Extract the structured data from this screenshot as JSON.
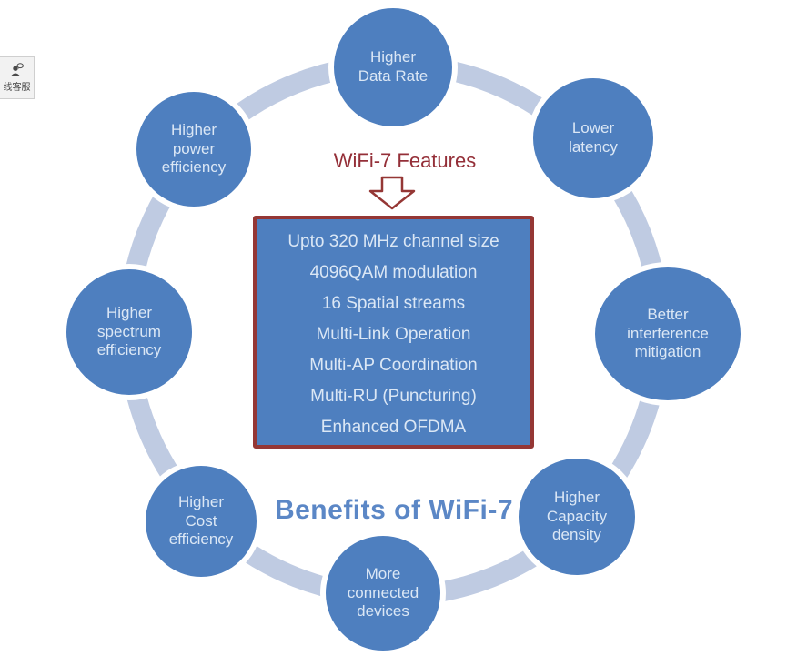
{
  "chat_widget": {
    "label": "线客服",
    "icon": "person-chat-icon"
  },
  "diagram": {
    "title": "WiFi-7 Features",
    "benefits_title": "Benefits of WiFi-7",
    "features_box": {
      "items": [
        "Upto 320 MHz channel size",
        "4096QAM modulation",
        "16 Spatial streams",
        "Multi-Link Operation",
        "Multi-AP Coordination",
        "Multi-RU (Puncturing)",
        "Enhanced OFDMA"
      ]
    },
    "benefit_nodes": [
      {
        "position": "top",
        "label": "Higher\nData Rate"
      },
      {
        "position": "top-right",
        "label": "Lower\nlatency"
      },
      {
        "position": "right",
        "label": "Better\ninterference\nmitigation"
      },
      {
        "position": "bottom-right",
        "label": "Higher\nCapacity\ndensity"
      },
      {
        "position": "bottom",
        "label": "More\nconnected\ndevices"
      },
      {
        "position": "bottom-left",
        "label": "Higher\nCost\nefficiency"
      },
      {
        "position": "left",
        "label": "Higher\nspectrum\nefficiency"
      },
      {
        "position": "top-left",
        "label": "Higher\npower\nefficiency"
      }
    ],
    "colors": {
      "node_fill": "#4e7fbf",
      "node_text": "#dbe7f5",
      "ring": "#bfcbe2",
      "box_fill": "#4e7fbf",
      "box_border": "#953735",
      "title_text": "#942f38",
      "benefits_text": "#5b87c6"
    }
  }
}
